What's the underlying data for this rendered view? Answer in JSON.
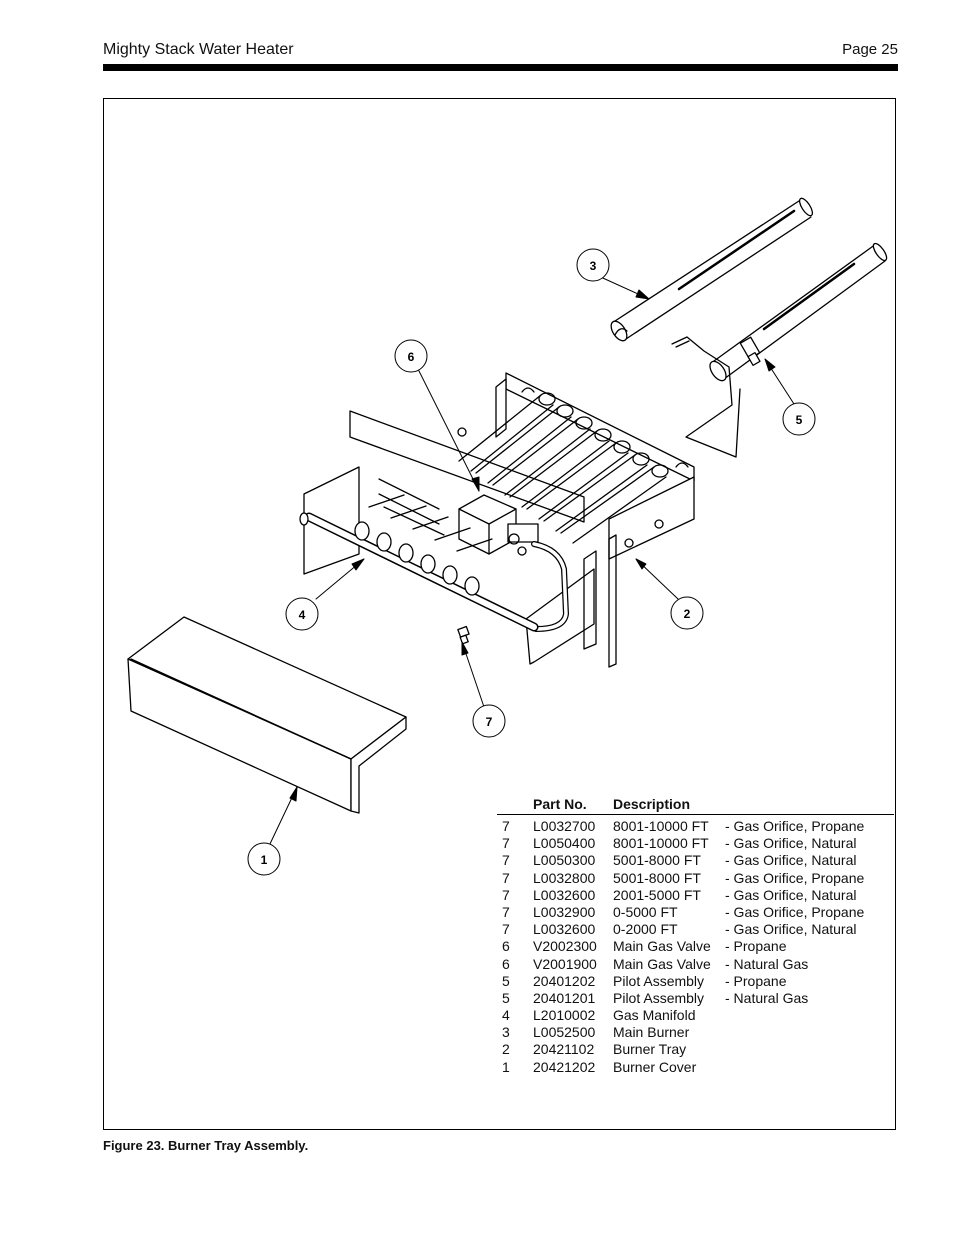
{
  "header": {
    "title": "Mighty Stack Water Heater",
    "page": "Page 25"
  },
  "callouts": [
    "1",
    "2",
    "3",
    "4",
    "5",
    "6",
    "7"
  ],
  "table": {
    "headers": {
      "part_no": "Part No.",
      "description": "Description"
    },
    "rows": [
      {
        "item": "7",
        "part": "L0032700",
        "desc": "8001-10000 FT",
        "variant": "- Gas Orifice, Propane"
      },
      {
        "item": "7",
        "part": "L0050400",
        "desc": "8001-10000 FT",
        "variant": "- Gas Orifice, Natural"
      },
      {
        "item": "7",
        "part": "L0050300",
        "desc": "5001-8000 FT",
        "variant": "- Gas Orifice, Natural"
      },
      {
        "item": "7",
        "part": "L0032800",
        "desc": "5001-8000 FT",
        "variant": "- Gas Orifice, Propane"
      },
      {
        "item": "7",
        "part": "L0032600",
        "desc": "2001-5000 FT",
        "variant": "- Gas Orifice, Natural"
      },
      {
        "item": "7",
        "part": "L0032900",
        "desc": "0-5000 FT",
        "variant": "- Gas Orifice, Propane"
      },
      {
        "item": "7",
        "part": "L0032600",
        "desc": "0-2000 FT",
        "variant": "- Gas Orifice, Natural"
      },
      {
        "item": "6",
        "part": "V2002300",
        "desc": "Main Gas Valve",
        "variant": "- Propane"
      },
      {
        "item": "6",
        "part": "V2001900",
        "desc": "Main Gas Valve",
        "variant": "- Natural Gas"
      },
      {
        "item": "5",
        "part": "20401202",
        "desc": "Pilot Assembly",
        "variant": "- Propane"
      },
      {
        "item": "5",
        "part": "20401201",
        "desc": "Pilot Assembly",
        "variant": "- Natural Gas"
      },
      {
        "item": "4",
        "part": "L2010002",
        "desc": "Gas Manifold",
        "variant": ""
      },
      {
        "item": "3",
        "part": "L0052500",
        "desc": "Main Burner",
        "variant": ""
      },
      {
        "item": "2",
        "part": "20421102",
        "desc": "Burner Tray",
        "variant": ""
      },
      {
        "item": "1",
        "part": "20421202",
        "desc": "Burner Cover",
        "variant": ""
      }
    ]
  },
  "caption": "Figure 23. Burner Tray Assembly."
}
